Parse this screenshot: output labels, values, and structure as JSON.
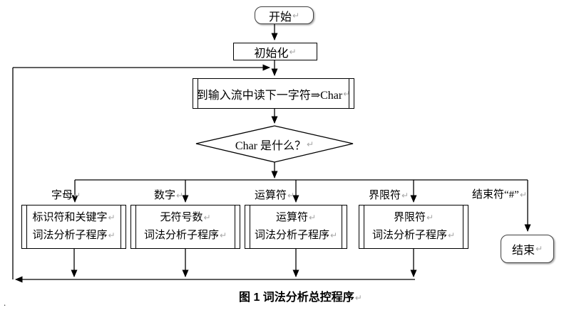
{
  "flowchart": {
    "return_mark": "↵",
    "stray_dot": ".",
    "nodes": {
      "start": {
        "label": "开始"
      },
      "init": {
        "label": "初始化"
      },
      "read_char": {
        "label": "到输入流中读下一字符⇒Char"
      },
      "decision": {
        "label": "Char 是什么？"
      },
      "sub_identifier": {
        "line1": "标识符和关键字",
        "line2": "词法分析子程序"
      },
      "sub_number": {
        "line1": "无符号数",
        "line2": "词法分析子程序"
      },
      "sub_operator": {
        "line1": "运算符",
        "line2": "词法分析子程序"
      },
      "sub_delimiter": {
        "line1": "界限符",
        "line2": "词法分析子程序"
      },
      "end": {
        "label": "结束"
      }
    },
    "branch_labels": {
      "letter": "字母",
      "digit": "数字",
      "operator": "运算符",
      "delimiter": "界限符",
      "terminator": "结束符“#”"
    },
    "caption": "图 1 词法分析总控程序",
    "colors": {
      "line": "#000000",
      "text": "#000000",
      "return_mark": "#a6a6a6",
      "background": "#ffffff"
    }
  }
}
